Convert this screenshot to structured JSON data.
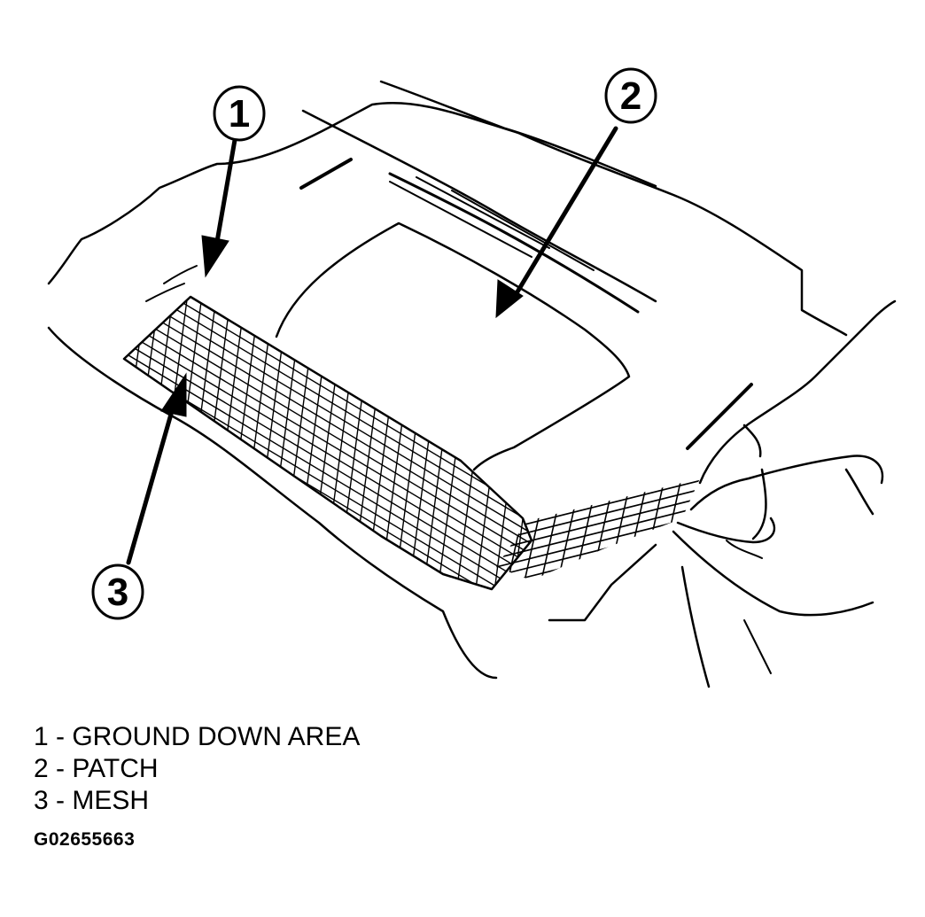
{
  "diagram": {
    "callouts": [
      {
        "number": "1",
        "target": "ground-down-area"
      },
      {
        "number": "2",
        "target": "patch"
      },
      {
        "number": "3",
        "target": "mesh"
      }
    ]
  },
  "legend": {
    "items": [
      {
        "label": "1 - GROUND DOWN AREA"
      },
      {
        "label": "2 - PATCH"
      },
      {
        "label": "3 - MESH"
      }
    ]
  },
  "figure_id": "G02655663",
  "colors": {
    "ink": "#000000",
    "paper": "#ffffff"
  }
}
